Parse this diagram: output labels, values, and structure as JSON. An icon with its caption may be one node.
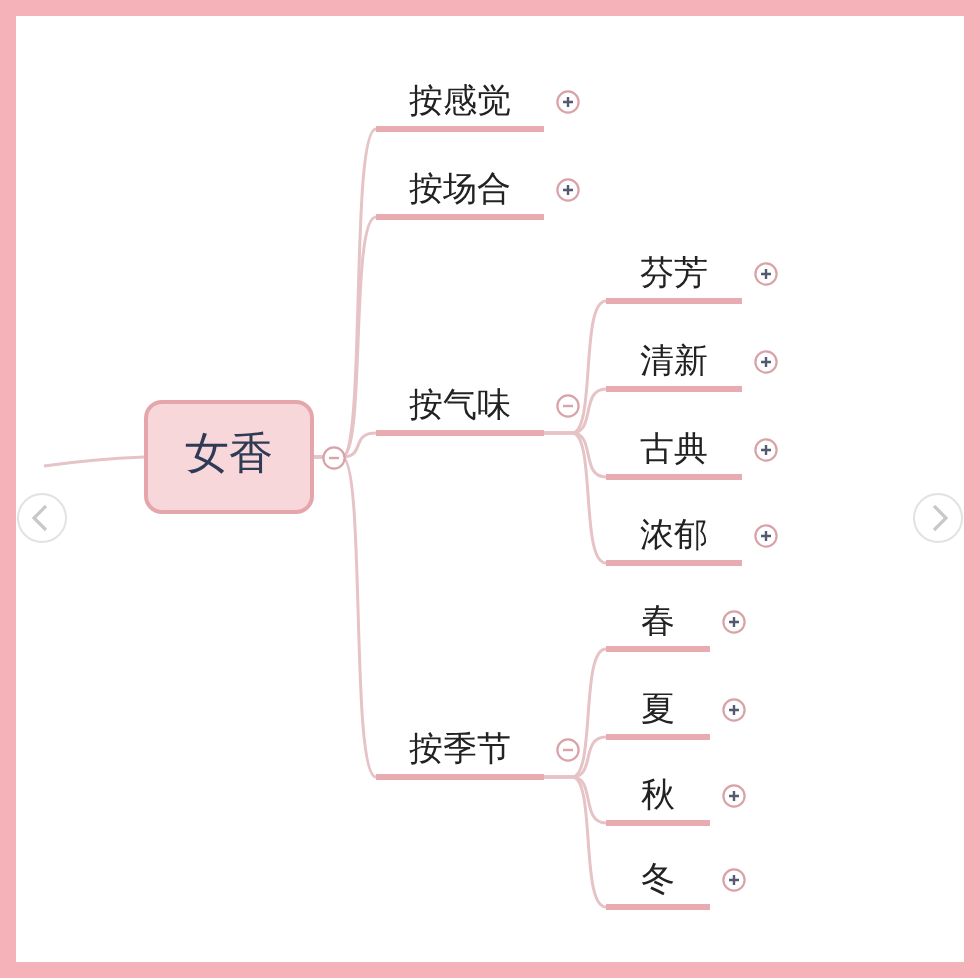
{
  "diagram": {
    "nodes": [
      {
        "text": [
          "女香"
        ]
      },
      {
        "text": [
          "按感觉"
        ]
      },
      {
        "text": [
          "按场合"
        ]
      },
      {
        "text": [
          "按气味"
        ]
      },
      {
        "text": [
          "按季节"
        ]
      },
      {
        "text": [
          "芬芳"
        ]
      },
      {
        "text": [
          "清新"
        ]
      },
      {
        "text": [
          "古典"
        ]
      },
      {
        "text": [
          "浓郁"
        ]
      },
      {
        "text": [
          "春"
        ]
      },
      {
        "text": [
          "夏"
        ]
      },
      {
        "text": [
          "秋"
        ]
      },
      {
        "text": [
          "冬"
        ]
      }
    ],
    "edges": [
      {
        "from": null,
        "to": 0,
        "arrow": "none"
      },
      {
        "from": 0,
        "to": 1,
        "arrow": "none"
      },
      {
        "from": 0,
        "to": 2,
        "arrow": "none"
      },
      {
        "from": 0,
        "to": 3,
        "arrow": "none"
      },
      {
        "from": 0,
        "to": 4,
        "arrow": "none"
      },
      {
        "from": 3,
        "to": 5,
        "arrow": "none"
      },
      {
        "from": 3,
        "to": 6,
        "arrow": "none"
      },
      {
        "from": 3,
        "to": 7,
        "arrow": "none"
      },
      {
        "from": 3,
        "to": 8,
        "arrow": "none"
      },
      {
        "from": 4,
        "to": 9,
        "arrow": "none"
      },
      {
        "from": 4,
        "to": 10,
        "arrow": "none"
      },
      {
        "from": 4,
        "to": 11,
        "arrow": "none"
      },
      {
        "from": 4,
        "to": 12,
        "arrow": "none"
      }
    ]
  }
}
